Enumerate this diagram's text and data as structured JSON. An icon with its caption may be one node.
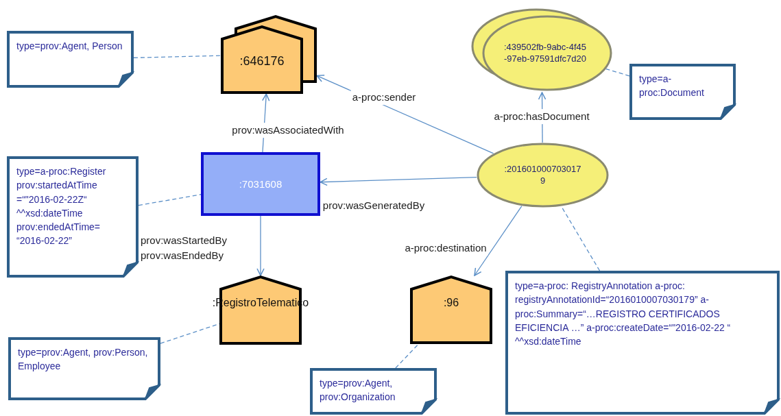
{
  "diagram": {
    "nodes": [
      {
        "text": [
          "type=prov:Agent, Person"
        ]
      },
      {
        "text": [
          ":646176"
        ]
      },
      {
        "text": [
          ":439502fb-9abc-4f45-97eb-97591dfc7d20"
        ]
      },
      {
        "text": [
          "type=a-proc:Document"
        ]
      },
      {
        "text": [
          "type=a-proc:Register prov:startedAtTime =“\"2016-02-22Z“ ^^xsd:dateTime prov:endedAtTime= “2016-02-22”"
        ]
      },
      {
        "text": [
          ":7031608"
        ]
      },
      {
        "text": [
          ":2016010007030179"
        ]
      },
      {
        "text": [
          ":RegistroTelematico"
        ]
      },
      {
        "text": [
          ":96"
        ]
      },
      {
        "text": [
          "type=a-proc: RegistryAnnotation a-proc: registryAnnotationId=“2016010007030179” a-proc:Summary=“…REGISTRO CERTIFICADOS EFICIENCIA …” a-proc:createDate=“\"2016-02-22 “ ^^xsd:dateTime"
        ]
      },
      {
        "text": [
          "type=prov:Agent, prov:Person, Employee"
        ]
      },
      {
        "text": [
          "type=prov:Agent, prov:Organization"
        ]
      }
    ],
    "edges": [
      {
        "from": 0,
        "to": 1,
        "arrow": "none",
        "style": "dashed"
      },
      {
        "from": 5,
        "to": 1,
        "arrow": "to",
        "label": "prov:wasAssociatedWith"
      },
      {
        "from": 6,
        "to": 1,
        "arrow": "to",
        "label": "a-proc:sender"
      },
      {
        "from": 6,
        "to": 2,
        "arrow": "to",
        "label": "a-proc:hasDocument"
      },
      {
        "from": 3,
        "to": 2,
        "arrow": "none",
        "style": "dashed"
      },
      {
        "from": 6,
        "to": 5,
        "arrow": "to",
        "label": "prov:wasGeneratedBy"
      },
      {
        "from": 4,
        "to": 5,
        "arrow": "none",
        "style": "dashed"
      },
      {
        "from": 5,
        "to": 7,
        "arrow": "to",
        "label": "prov:wasStartedBy prov:wasEndedBy"
      },
      {
        "from": 10,
        "to": 7,
        "arrow": "none",
        "style": "dashed"
      },
      {
        "from": 6,
        "to": 8,
        "arrow": "to",
        "label": "a-proc:destination"
      },
      {
        "from": 11,
        "to": 8,
        "arrow": "none",
        "style": "dashed"
      },
      {
        "from": 9,
        "to": 6,
        "arrow": "none",
        "style": "dashed"
      }
    ]
  }
}
